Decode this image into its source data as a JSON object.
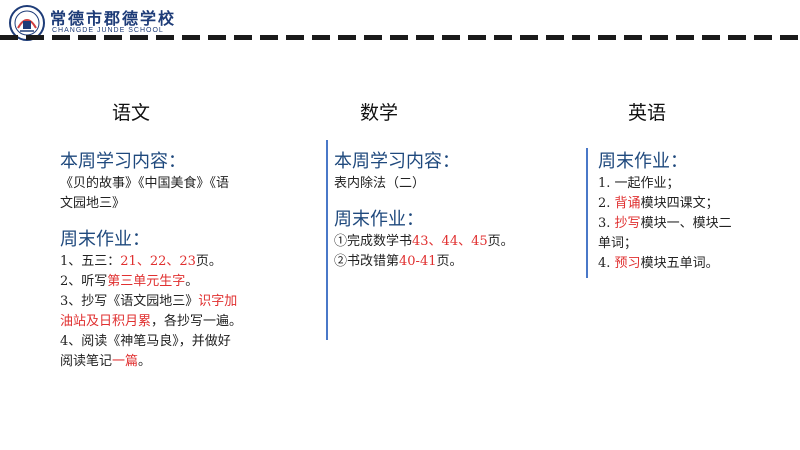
{
  "header": {
    "school_name": "常德市郡德学校",
    "school_en": "CHANGDE JUNDE SCHOOL"
  },
  "colors": {
    "heading": "#1f497d",
    "accent_red": "#e03030",
    "divider": "#4a78c8",
    "brand": "#1e3c78"
  },
  "subjects": {
    "yuwen": "语文",
    "shuxue": "数学",
    "yingyu": "英语"
  },
  "yuwen": {
    "study_title": "本周学习内容：",
    "study_lines": [
      "《贝的故事》《中国美食》《语",
      "文园地三》"
    ],
    "hw_title": "周末作业：",
    "hw_lines": [
      [
        {
          "t": "1、五三："
        },
        {
          "t": "21、22、23",
          "red": true
        },
        {
          "t": "页。"
        }
      ],
      [
        {
          "t": "2、听写"
        },
        {
          "t": "第三单元生字",
          "red": true
        },
        {
          "t": "。"
        }
      ],
      [
        {
          "t": "3、抄写《语文园地三》"
        },
        {
          "t": "识字加",
          "red": true
        }
      ],
      [
        {
          "t": "油站及日积月累",
          "red": true
        },
        {
          "t": "，各抄写一遍。"
        }
      ],
      [
        {
          "t": "4、阅读《神笔马良》，并做好"
        }
      ],
      [
        {
          "t": "阅读笔记"
        },
        {
          "t": "一篇",
          "red": true
        },
        {
          "t": "。"
        }
      ]
    ]
  },
  "shuxue": {
    "study_title": "本周学习内容：",
    "study_lines": [
      "表内除法（二）"
    ],
    "hw_title": "周末作业：",
    "hw_lines": [
      [
        {
          "t": "①完成数学书"
        },
        {
          "t": "43、44、45",
          "red": true
        },
        {
          "t": "页。"
        }
      ],
      [
        {
          "t": "②书改错第"
        },
        {
          "t": "40-41",
          "red": true
        },
        {
          "t": "页。"
        }
      ]
    ]
  },
  "yingyu": {
    "hw_title": "周末作业：",
    "hw_lines": [
      [
        {
          "t": "1. 一起作业；"
        }
      ],
      [
        {
          "t": "2. "
        },
        {
          "t": "背诵",
          "red": true
        },
        {
          "t": "模块四课文；"
        }
      ],
      [
        {
          "t": "3. "
        },
        {
          "t": "抄写",
          "red": true
        },
        {
          "t": "模块一、模块二"
        }
      ],
      [
        {
          "t": "单词；"
        }
      ],
      [
        {
          "t": "4. "
        },
        {
          "t": "预习",
          "red": true
        },
        {
          "t": "模块五单词。"
        }
      ]
    ]
  }
}
